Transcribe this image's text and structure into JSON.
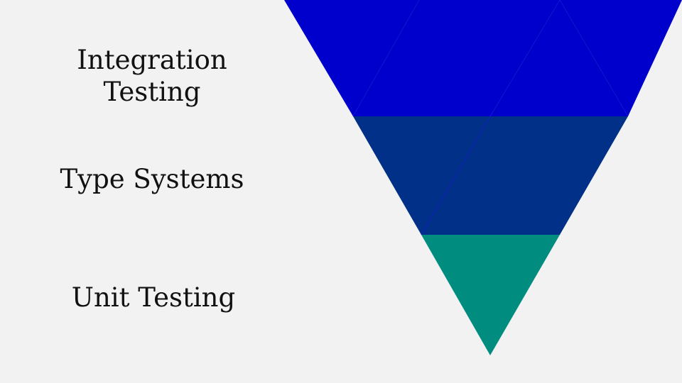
{
  "layers": [
    {
      "id": "integration",
      "label_lines": [
        "Integration",
        "Testing"
      ],
      "color": "#0000cc"
    },
    {
      "id": "type",
      "label_lines": [
        "Type Systems"
      ],
      "color": "#003087"
    },
    {
      "id": "unit",
      "label_lines": [
        "Unit Testing"
      ],
      "color": "#008c7e"
    }
  ],
  "colors": {
    "background": "#f2f2f2",
    "text": "#111111",
    "divider": "#1a1acc"
  }
}
